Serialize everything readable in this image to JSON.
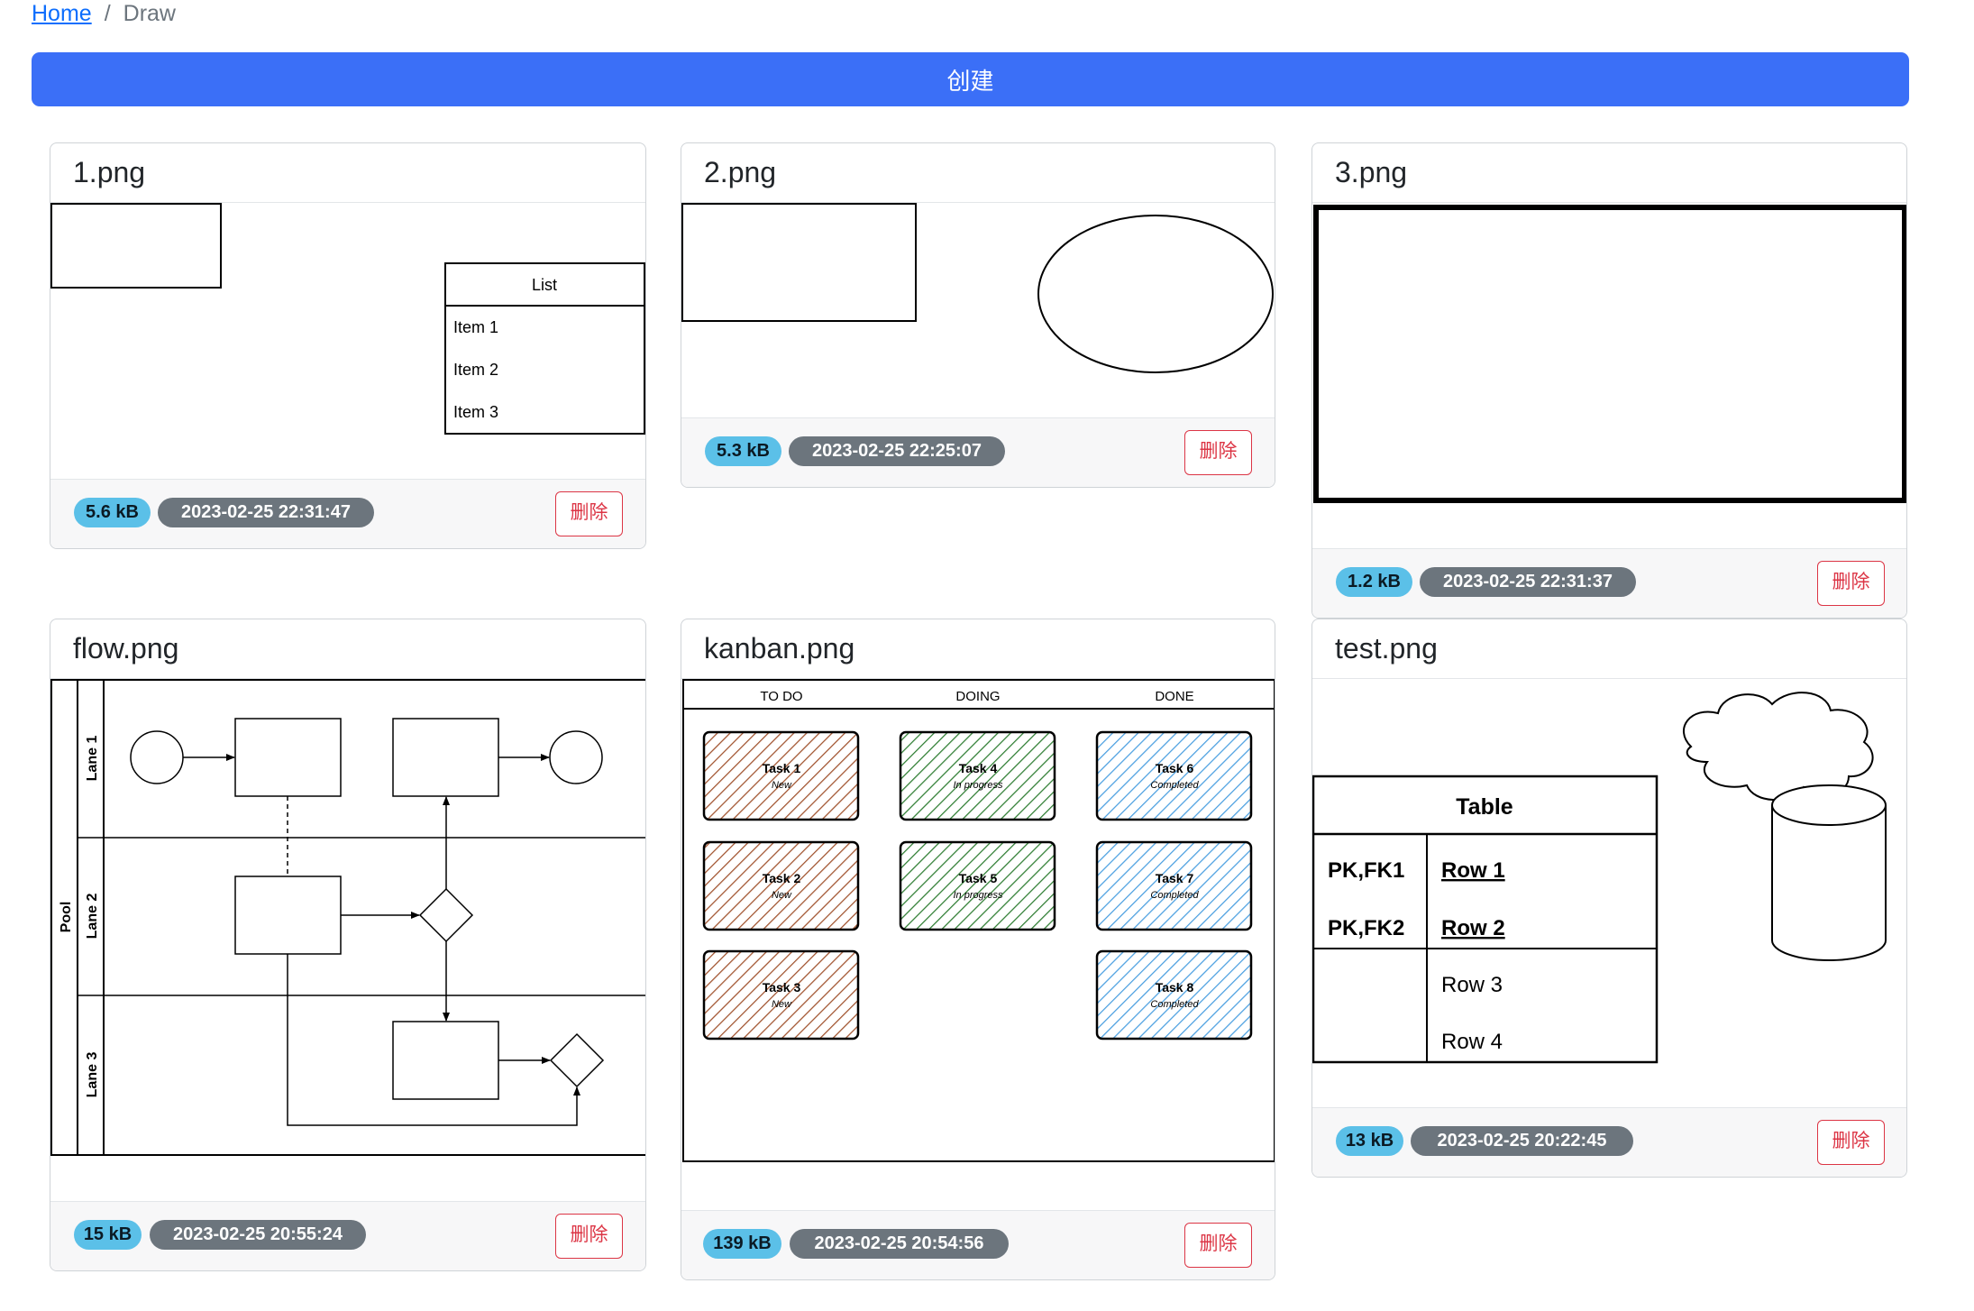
{
  "breadcrumb": {
    "home": "Home",
    "separator": "/",
    "current": "Draw"
  },
  "create_label": "创建",
  "delete_label": "删除",
  "cards": [
    {
      "title": "1.png",
      "size": "5.6 kB",
      "date": "2023-02-25 22:31:47",
      "preview": {
        "list_title": "List",
        "items": [
          "Item 1",
          "Item 2",
          "Item 3"
        ]
      }
    },
    {
      "title": "2.png",
      "size": "5.3 kB",
      "date": "2023-02-25 22:25:07"
    },
    {
      "title": "3.png",
      "size": "1.2 kB",
      "date": "2023-02-25 22:31:37"
    },
    {
      "title": "flow.png",
      "size": "15 kB",
      "date": "2023-02-25 20:55:24",
      "preview": {
        "pool": "Pool",
        "lanes": [
          "Lane 1",
          "Lane 2",
          "Lane 3"
        ]
      }
    },
    {
      "title": "kanban.png",
      "size": "139 kB",
      "date": "2023-02-25 20:54:56",
      "preview": {
        "columns": [
          "TO DO",
          "DOING",
          "DONE"
        ],
        "tasks": [
          {
            "name": "Task 1",
            "status": "New"
          },
          {
            "name": "Task 2",
            "status": "New"
          },
          {
            "name": "Task 3",
            "status": "New"
          },
          {
            "name": "Task 4",
            "status": "In progress"
          },
          {
            "name": "Task 5",
            "status": "In progress"
          },
          {
            "name": "Task 6",
            "status": "Completed"
          },
          {
            "name": "Task 7",
            "status": "Completed"
          },
          {
            "name": "Task 8",
            "status": "Completed"
          }
        ],
        "colors": {
          "new": "#a0522d",
          "progress": "#2e7d32",
          "done": "#4a9fe0"
        }
      }
    },
    {
      "title": "test.png",
      "size": "13 kB",
      "date": "2023-02-25 20:22:45",
      "preview": {
        "table_title": "Table",
        "rows": [
          {
            "key": "PK,FK1",
            "value": "Row 1"
          },
          {
            "key": "PK,FK2",
            "value": "Row 2"
          },
          {
            "key": "",
            "value": "Row 3"
          },
          {
            "key": "",
            "value": "Row 4"
          }
        ]
      }
    }
  ],
  "colors": {
    "primary": "#3b6ff7",
    "danger": "#dc3545",
    "info_badge": "#5bc0e8",
    "secondary_badge": "#6c757d"
  }
}
